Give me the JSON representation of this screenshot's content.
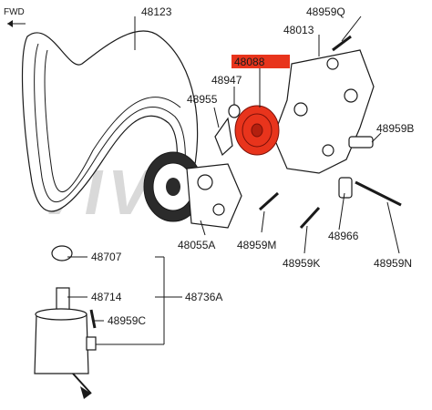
{
  "direction_label": "FWD",
  "watermark": "VIVID",
  "highlight_color": "#e8341c",
  "labels": {
    "p48123": "48123",
    "p48959Q": "48959Q",
    "p48013": "48013",
    "p48088": "48088",
    "p48947": "48947",
    "p48955": "48955",
    "p48959B": "48959B",
    "p48959M": "48959M",
    "p48966": "48966",
    "p48959K": "48959K",
    "p48959N": "48959N",
    "p48055A": "48055A",
    "p48707": "48707",
    "p48714": "48714",
    "p48736A": "48736A",
    "p48959C": "48959C"
  }
}
